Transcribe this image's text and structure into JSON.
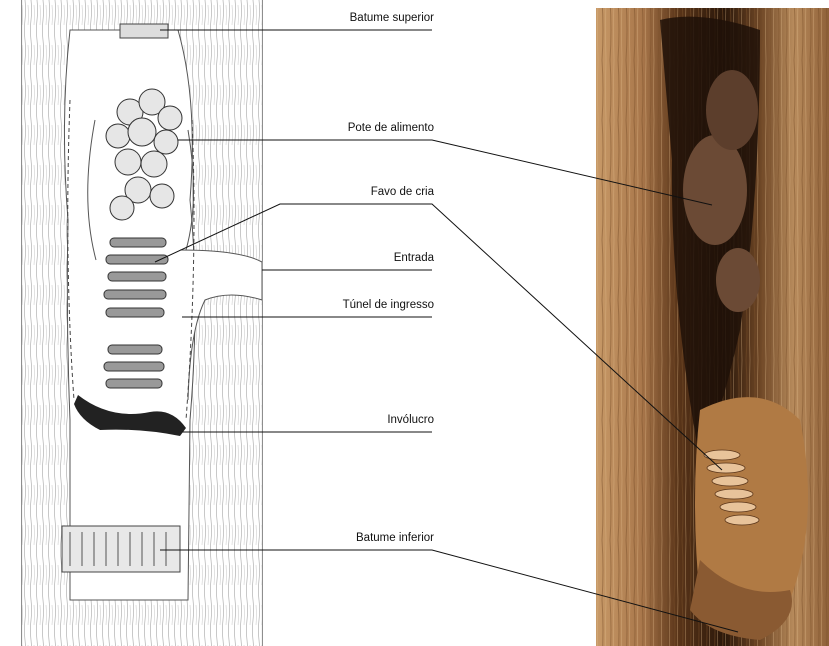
{
  "labels": {
    "batume_superior": "Batume superior",
    "pote_de_alimento": "Pote de alimento",
    "favo_de_cria": "Favo de cria",
    "entrada": "Entrada",
    "tunel_de_ingresso": "Túnel de ingresso",
    "involucro": "Invólucro",
    "batume_inferior": "Batume inferior"
  },
  "colors": {
    "ink": "#111111",
    "wood_dark": "#3b2412",
    "wood_mid": "#8a5a32",
    "wood_light": "#c59a6a",
    "cerumen": "#b07a44",
    "pot": "#6b4a35"
  }
}
